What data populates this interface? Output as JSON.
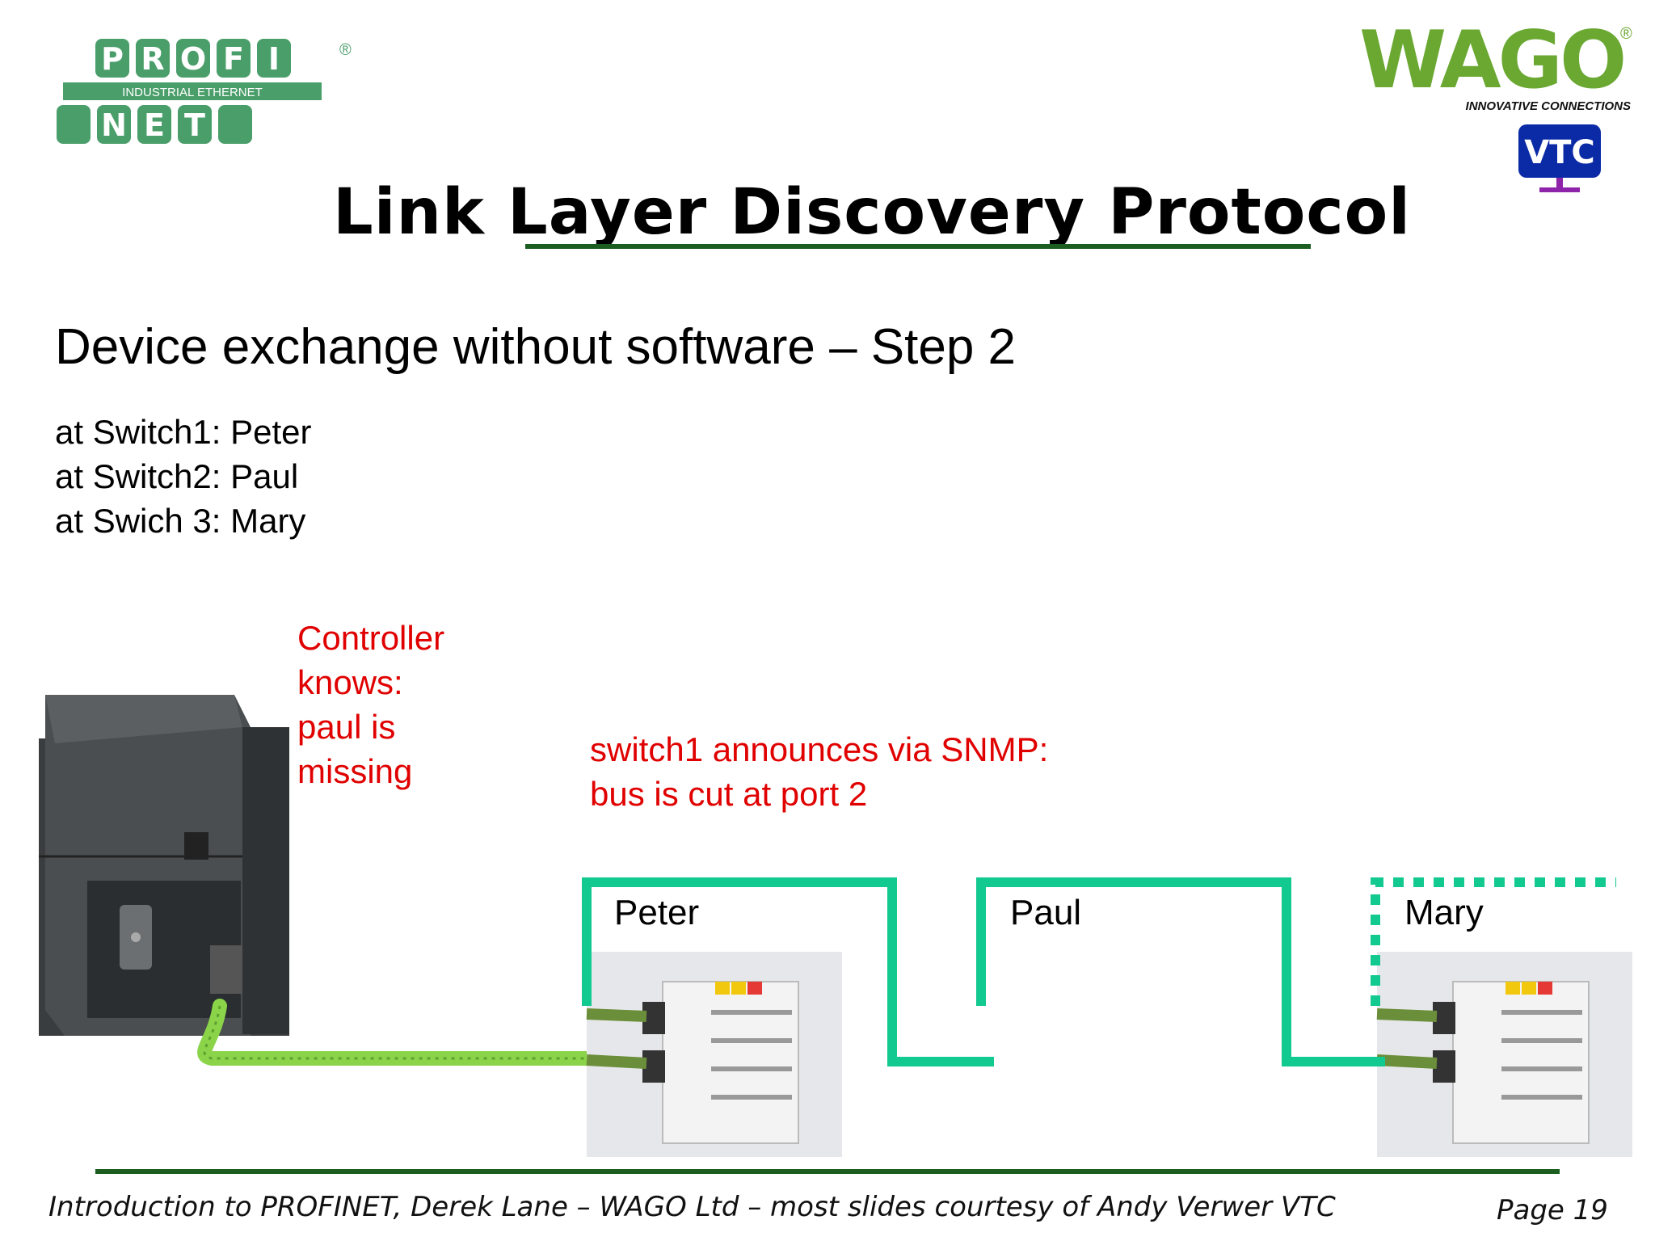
{
  "logos": {
    "profinet": {
      "top": "PROFI",
      "band": "INDUSTRIAL ETHERNET",
      "bottom": "NET",
      "registered": "®",
      "color": "#4a9e6a"
    },
    "wago": {
      "name": "WAGO",
      "tagline": "INNOVATIVE CONNECTIONS",
      "registered": "®",
      "color": "#6aa832"
    },
    "vtc": {
      "name": "VTC",
      "color": "#0b2aa6",
      "stand_color": "#8e24aa"
    }
  },
  "title": "Link Layer Discovery Protocol",
  "subtitle": "Device exchange without software – Step 2",
  "lines": [
    "at Switch1: Peter",
    "at Switch2: Paul",
    "at Swich 3: Mary"
  ],
  "notes": {
    "controller": [
      "Controller",
      "knows:",
      "paul is",
      "missing"
    ],
    "snmp": [
      "switch1 announces via SNMP:",
      "bus is cut at port 2"
    ]
  },
  "devices": {
    "peter": "Peter",
    "paul": "Paul",
    "mary": "Mary"
  },
  "colors": {
    "link": "#12c98f",
    "note": "#e00000",
    "rule": "#1b5e20",
    "cable": "#8bd44a"
  },
  "footer": {
    "text": "Introduction to PROFINET, Derek Lane – WAGO Ltd – most slides courtesy of Andy Verwer VTC",
    "page": "Page 19"
  }
}
